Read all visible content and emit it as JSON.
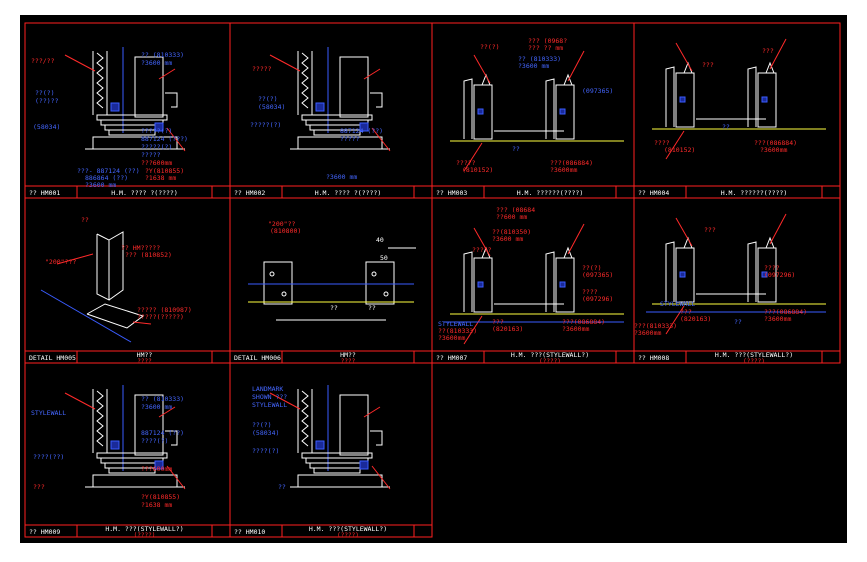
{
  "colors": {
    "background": "#000000",
    "frame": "#ff2020",
    "dim": "#3a5cff",
    "ann": "#ff2a2a",
    "white": "#ffffff",
    "yellow": "#ffff40",
    "callout": "#4466ff"
  },
  "panels": [
    {
      "id": "p1",
      "code": "?? HM001",
      "title": "H.M. ???? ?(????)",
      "notes": [
        {
          "t": "???/??",
          "c": "ann"
        },
        {
          "t": "?? (810333)",
          "c": "dim"
        },
        {
          "t": "?3600 mm",
          "c": "dim"
        },
        {
          "t": "??(?)",
          "c": "dim"
        },
        {
          "t": "(??)??",
          "c": "dim"
        },
        {
          "t": "(58034)",
          "c": "dim"
        },
        {
          "t": "?????(?)",
          "c": "dim"
        },
        {
          "t": "887124 (???)",
          "c": "dim"
        },
        {
          "t": "?????(?)",
          "c": "dim"
        },
        {
          "t": "?????",
          "c": "dim"
        },
        {
          "t": "???600mm",
          "c": "ann"
        },
        {
          "t": "???- 887124 (??)",
          "c": "dim"
        },
        {
          "t": "886864 (??)",
          "c": "dim"
        },
        {
          "t": "?3600 mm",
          "c": "dim"
        },
        {
          "t": "?Y(810855)",
          "c": "ann"
        },
        {
          "t": "?1638 mm",
          "c": "ann"
        }
      ]
    },
    {
      "id": "p2",
      "code": "?? HM002",
      "title": "H.M. ???? ?(????)",
      "notes": [
        {
          "t": "?????",
          "c": "ann"
        },
        {
          "t": "??(?)",
          "c": "dim"
        },
        {
          "t": "(58034)",
          "c": "dim"
        },
        {
          "t": "?????(?)",
          "c": "dim"
        },
        {
          "t": "887124 (??)",
          "c": "dim"
        },
        {
          "t": "?????",
          "c": "dim"
        },
        {
          "t": "?3600 mm",
          "c": "dim"
        }
      ]
    },
    {
      "id": "p3",
      "code": "?? HM003",
      "title": "H.M. ??????(????)",
      "notes": [
        {
          "t": "??? (0968?",
          "c": "ann"
        },
        {
          "t": "??? ?? mm",
          "c": "ann"
        },
        {
          "t": "?? (810333)",
          "c": "dim"
        },
        {
          "t": "?3600 mm",
          "c": "dim"
        },
        {
          "t": "??(?)",
          "c": "ann"
        },
        {
          "t": "(097365)",
          "c": "dim"
        },
        {
          "t": "??",
          "c": "dim"
        },
        {
          "t": "?????",
          "c": "ann"
        },
        {
          "t": "(810152)",
          "c": "ann"
        },
        {
          "t": "???(086884)",
          "c": "ann"
        },
        {
          "t": "?3600mm",
          "c": "ann"
        }
      ]
    },
    {
      "id": "p4",
      "code": "?? HM004",
      "title": "H.M. ??????(????)",
      "notes": [
        {
          "t": "???",
          "c": "ann"
        },
        {
          "t": "???",
          "c": "ann"
        },
        {
          "t": "??",
          "c": "dim"
        },
        {
          "t": "????",
          "c": "ann"
        },
        {
          "t": "(810152)",
          "c": "ann"
        },
        {
          "t": "???(086884)",
          "c": "ann"
        },
        {
          "t": "?3600mm",
          "c": "ann"
        }
      ]
    },
    {
      "id": "p5",
      "code": "DETAIL   HM005",
      "title": "HM??",
      "subtitle": "????",
      "notes": [
        {
          "t": "??",
          "c": "ann"
        },
        {
          "t": "?? HM?????",
          "c": "ann"
        },
        {
          "t": "??? (810852)",
          "c": "ann"
        },
        {
          "t": "\"200\"???",
          "c": "ann"
        },
        {
          "t": "????? (810987)",
          "c": "ann"
        },
        {
          "t": "?????(?????)",
          "c": "ann"
        }
      ]
    },
    {
      "id": "p6",
      "code": "DETAIL   HM006",
      "title": "HM??",
      "subtitle": "????",
      "notes": [
        {
          "t": "\"200\"??",
          "c": "ann"
        },
        {
          "t": "(810800)",
          "c": "ann"
        },
        {
          "t": "40",
          "c": "white"
        },
        {
          "t": "50",
          "c": "white"
        },
        {
          "t": "??",
          "c": "white"
        },
        {
          "t": "??",
          "c": "white"
        }
      ]
    },
    {
      "id": "p7",
      "code": "?? HM007",
      "title": "H.M. ???(STYLEWALL?)",
      "subtitle": "(????)",
      "notes": [
        {
          "t": "??? (08684",
          "c": "ann"
        },
        {
          "t": "??600 mm",
          "c": "ann"
        },
        {
          "t": "??(810350)",
          "c": "ann"
        },
        {
          "t": "?3600 mm",
          "c": "ann"
        },
        {
          "t": "?????",
          "c": "ann"
        },
        {
          "t": "??(?)",
          "c": "ann"
        },
        {
          "t": "(097365)",
          "c": "ann"
        },
        {
          "t": "????",
          "c": "ann"
        },
        {
          "t": "(097296)",
          "c": "ann"
        },
        {
          "t": "STYLEWALL",
          "c": "dim"
        },
        {
          "t": "??(810333)",
          "c": "ann"
        },
        {
          "t": "?3600mm",
          "c": "ann"
        },
        {
          "t": "???",
          "c": "ann"
        },
        {
          "t": "(820163)",
          "c": "ann"
        },
        {
          "t": "???(086884)",
          "c": "ann"
        },
        {
          "t": "?3600mm",
          "c": "ann"
        }
      ]
    },
    {
      "id": "p8",
      "code": "?? HM008",
      "title": "H.M. ???(STYLEWALL?)",
      "subtitle": "(????)",
      "notes": [
        {
          "t": "???",
          "c": "ann"
        },
        {
          "t": "????",
          "c": "ann"
        },
        {
          "t": "(097296)",
          "c": "ann"
        },
        {
          "t": "STYLEWALL",
          "c": "dim"
        },
        {
          "t": "???",
          "c": "ann"
        },
        {
          "t": "(820163)",
          "c": "ann"
        },
        {
          "t": "???(810333)",
          "c": "ann"
        },
        {
          "t": "?3600mm",
          "c": "ann"
        },
        {
          "t": "??",
          "c": "dim"
        },
        {
          "t": "???(086884)",
          "c": "ann"
        },
        {
          "t": "?3600mm",
          "c": "ann"
        }
      ]
    },
    {
      "id": "p9",
      "code": "?? HM009",
      "title": "H.M. ???(STYLEWALL?)",
      "subtitle": "(????)",
      "notes": [
        {
          "t": "STYLEWALL",
          "c": "dim"
        },
        {
          "t": "?? (810333)",
          "c": "dim"
        },
        {
          "t": "?3600 mm",
          "c": "dim"
        },
        {
          "t": "887124 (??)",
          "c": "dim"
        },
        {
          "t": "????(?)",
          "c": "dim"
        },
        {
          "t": "????(??)",
          "c": "dim"
        },
        {
          "t": "???",
          "c": "ann"
        },
        {
          "t": "???600mm",
          "c": "ann"
        },
        {
          "t": "?Y(810855)",
          "c": "ann"
        },
        {
          "t": "?1638 mm",
          "c": "ann"
        }
      ]
    },
    {
      "id": "p10",
      "code": "?? HM010",
      "title": "H.M. ???(STYLEWALL?)",
      "subtitle": "(????)",
      "notes": [
        {
          "t": "LANDMARK",
          "c": "dim"
        },
        {
          "t": "SHOWN ???",
          "c": "dim"
        },
        {
          "t": "STYLEWALL",
          "c": "dim"
        },
        {
          "t": "??(?)",
          "c": "dim"
        },
        {
          "t": "(58034)",
          "c": "dim"
        },
        {
          "t": "????(?)",
          "c": "dim"
        },
        {
          "t": "??",
          "c": "dim"
        }
      ]
    }
  ]
}
